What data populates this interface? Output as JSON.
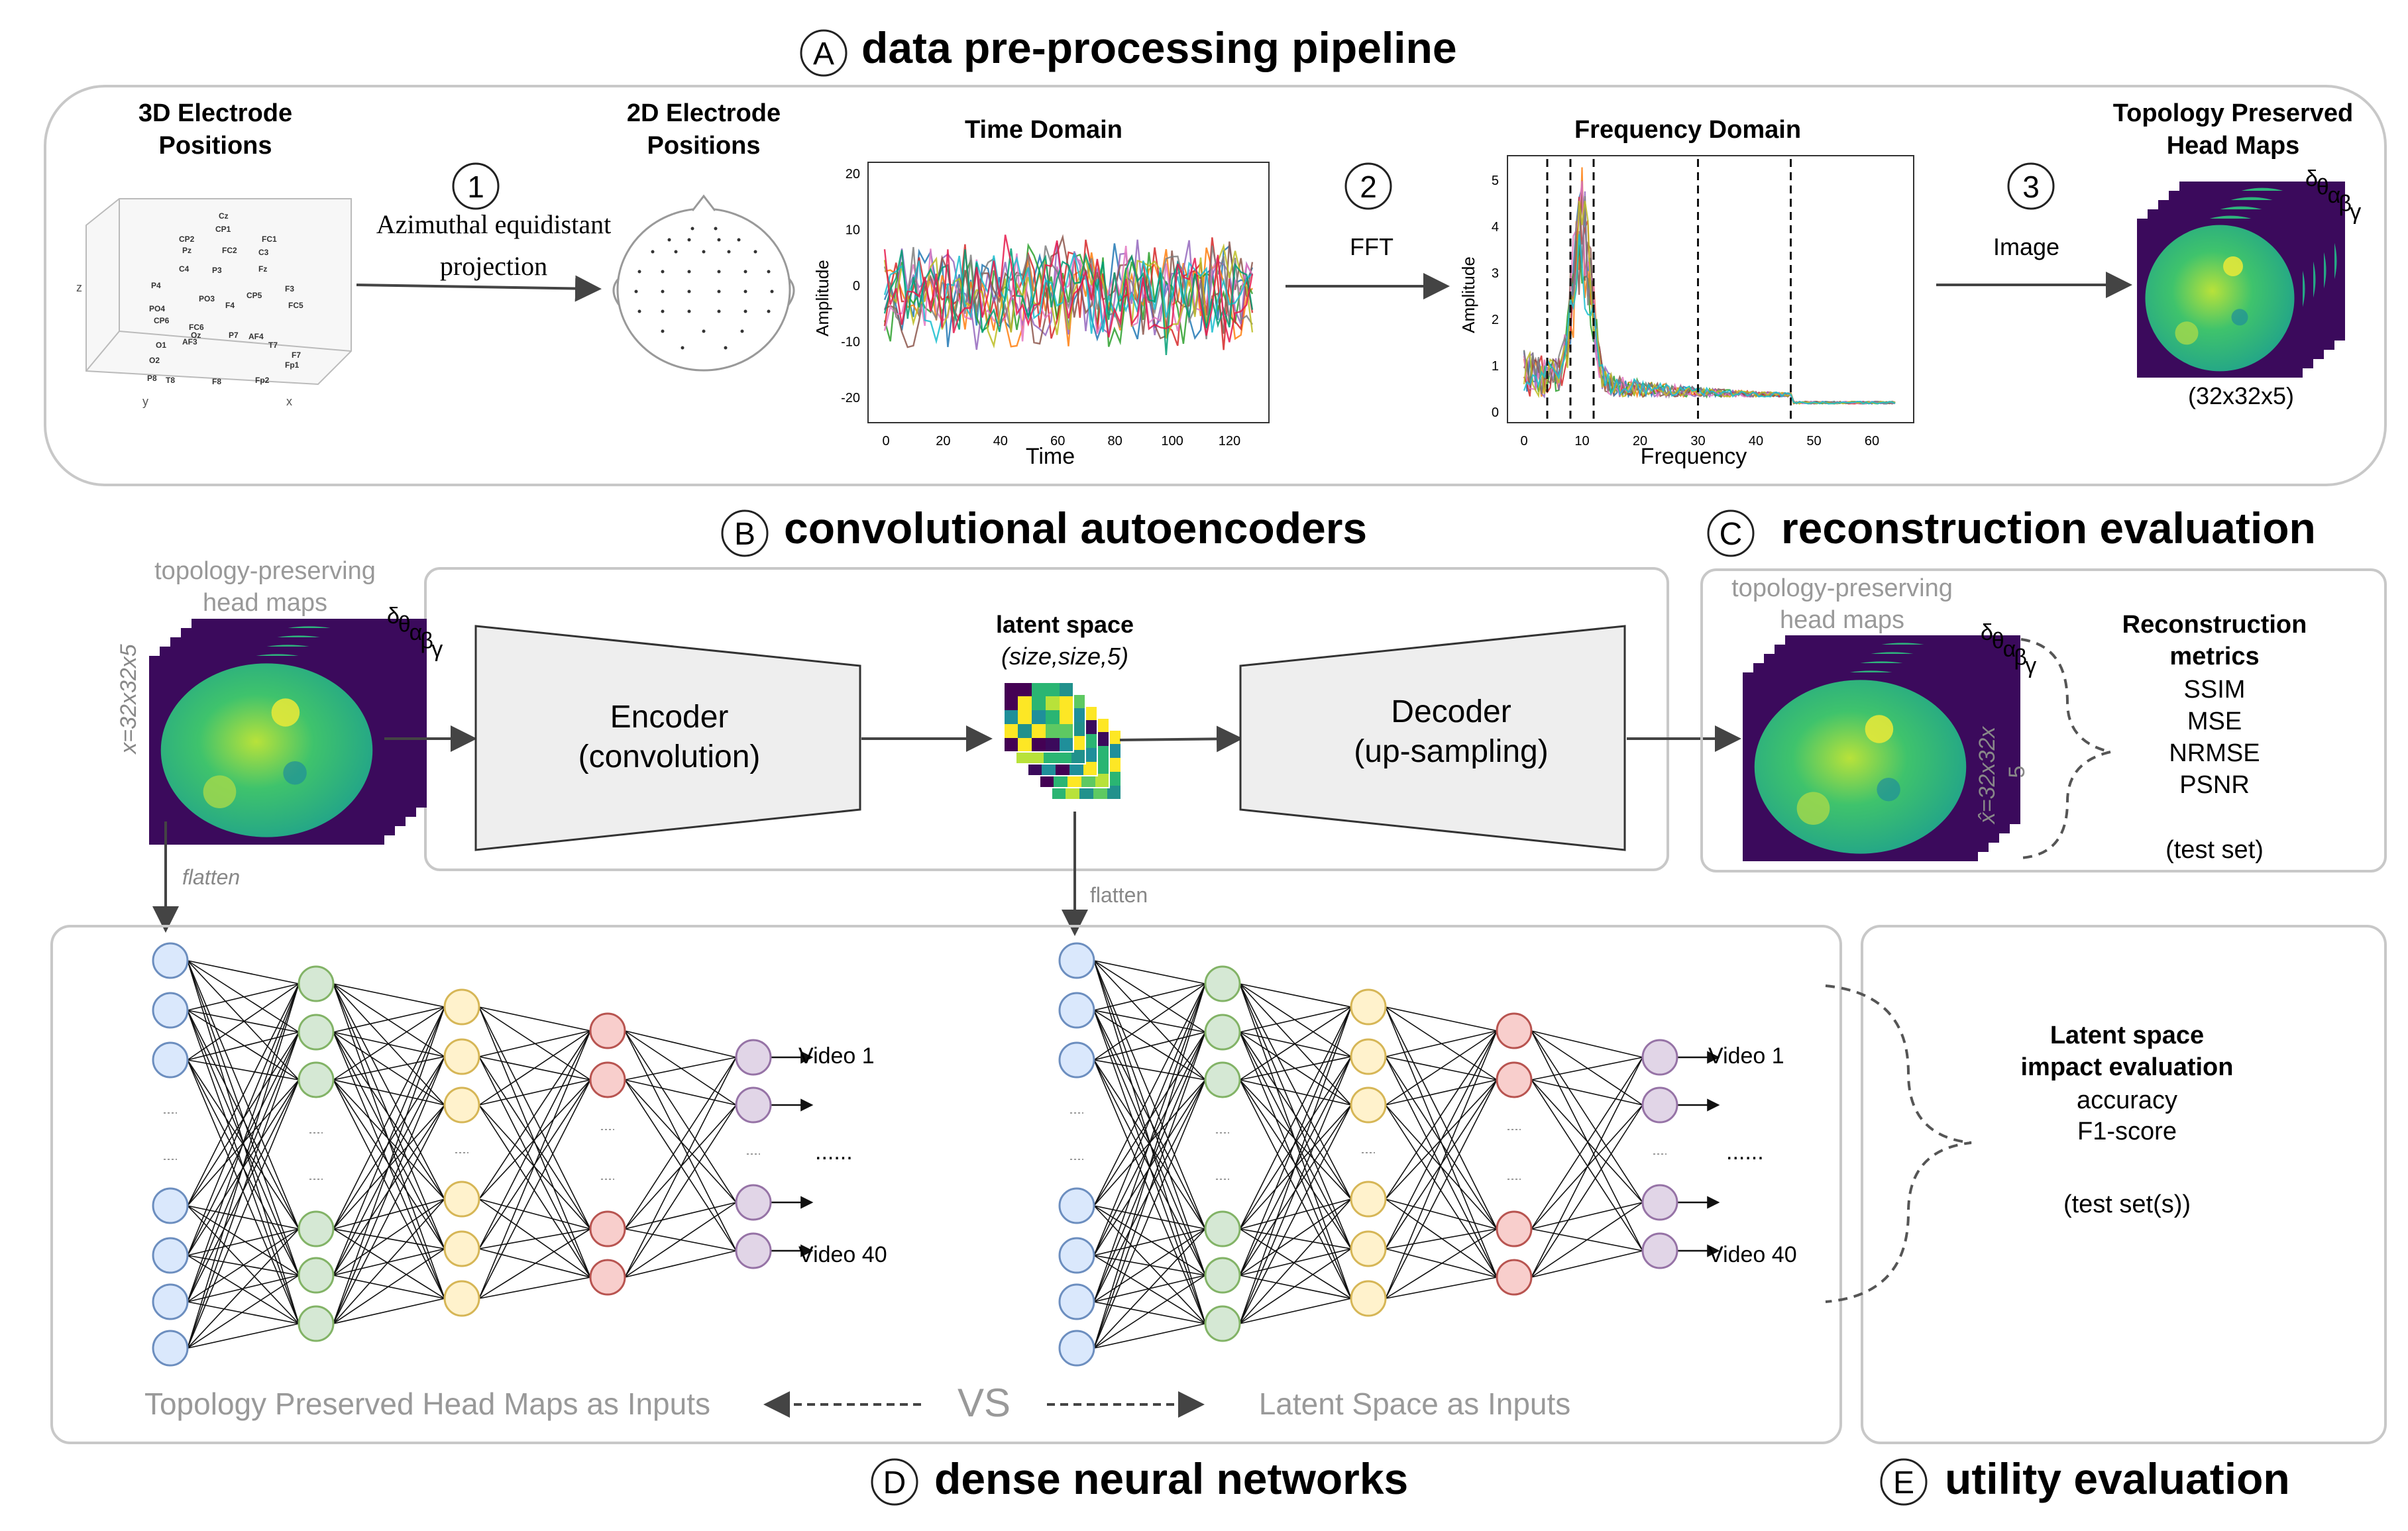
{
  "section_a": {
    "letter": "A",
    "title": "data pre-processing pipeline"
  },
  "section_b": {
    "letter": "B",
    "title": "convolutional autoencoders"
  },
  "section_c": {
    "letter": "C",
    "title": "reconstruction evaluation"
  },
  "section_d": {
    "letter": "D",
    "title": "dense neural networks"
  },
  "section_e": {
    "letter": "E",
    "title": "utility evaluation"
  },
  "pipeline": {
    "electrodes_3d": {
      "title_line1": "3D Electrode",
      "title_line2": "Positions",
      "labels": [
        "Cz",
        "CP1",
        "CP2",
        "Pz",
        "FC1",
        "FC2",
        "C3",
        "C4",
        "P3",
        "Fz",
        "P4",
        "CP5",
        "F3",
        "PO4",
        "PO3",
        "CP6",
        "F4",
        "FC5",
        "FC6",
        "P7",
        "AF4",
        "T7",
        "AF3",
        "O1",
        "Oz",
        "F7",
        "O2",
        "P8",
        "T8",
        "F8",
        "Fp2",
        "Fp1"
      ],
      "axis_labels": [
        "z",
        "y",
        "x"
      ]
    },
    "step1": {
      "number": "1",
      "label_line1": "Azimuthal equidistant",
      "label_line2": "projection"
    },
    "electrodes_2d": {
      "title_line1": "2D Electrode",
      "title_line2": "Positions"
    },
    "time_domain": {
      "title": "Time Domain",
      "xlabel": "Time",
      "ylabel": "Amplitude",
      "xticks": [
        "0",
        "20",
        "40",
        "60",
        "80",
        "100",
        "120"
      ],
      "yticks": [
        "20",
        "10",
        "0",
        "-10",
        "-20"
      ]
    },
    "step2": {
      "number": "2",
      "label": "FFT"
    },
    "freq_domain": {
      "title": "Frequency Domain",
      "xlabel": "Frequency",
      "ylabel": "Amplitude",
      "xticks": [
        "0",
        "10",
        "20",
        "30",
        "40",
        "50",
        "60"
      ],
      "yticks": [
        "5",
        "4",
        "3",
        "2",
        "1",
        "0"
      ]
    },
    "step3": {
      "number": "3",
      "label": "Image"
    },
    "headmaps": {
      "title_line1": "Topology Preserved",
      "title_line2": "Head Maps",
      "size": "(32x32x5)",
      "bands": [
        "δ",
        "θ",
        "α",
        "β",
        "γ"
      ]
    }
  },
  "autoencoder": {
    "input_label_line1": "topology-preserving",
    "input_label_line2": "head maps",
    "input_dim": "x=32x32x5",
    "encoder_line1": "Encoder",
    "encoder_line2": "(convolution)",
    "latent_title": "latent space",
    "latent_sub": "(size,size,5)",
    "decoder_line1": "Decoder",
    "decoder_line2": "(up-sampling)",
    "flatten1": "flatten",
    "flatten2": "flatten"
  },
  "reconstruction": {
    "label_line1": "topology-preserving",
    "label_line2": "head maps",
    "dim_line1": "x̂=32x32x",
    "dim_line2": "5",
    "metrics_title_line1": "Reconstruction",
    "metrics_title_line2": "metrics",
    "metrics": [
      "SSIM",
      "MSE",
      "NRMSE",
      "PSNR"
    ],
    "note": "(test set)"
  },
  "dense": {
    "out_first": "Video 1",
    "dots": "......",
    "out_last": "Video 40",
    "left_caption": "Topology Preserved Head Maps as Inputs",
    "vs": "VS",
    "right_caption": "Latent Space as Inputs"
  },
  "utility": {
    "title_line1": "Latent space",
    "title_line2": "impact evaluation",
    "metrics": [
      "accuracy",
      "F1-score"
    ],
    "note": "(test set(s))"
  },
  "colors": {
    "layer1": "#dae8fc",
    "layer1_stroke": "#6c8ebf",
    "layer2": "#d5e8d4",
    "layer2_stroke": "#82b366",
    "layer3": "#fff2cc",
    "layer3_stroke": "#d6b656",
    "layer4": "#f8cecc",
    "layer4_stroke": "#b85450",
    "layer5": "#e1d5e7",
    "layer5_stroke": "#9673a6",
    "headmap_bg": "#3b0a5c",
    "headmap_fill": "#2ab573",
    "gray_text": "#999999"
  }
}
